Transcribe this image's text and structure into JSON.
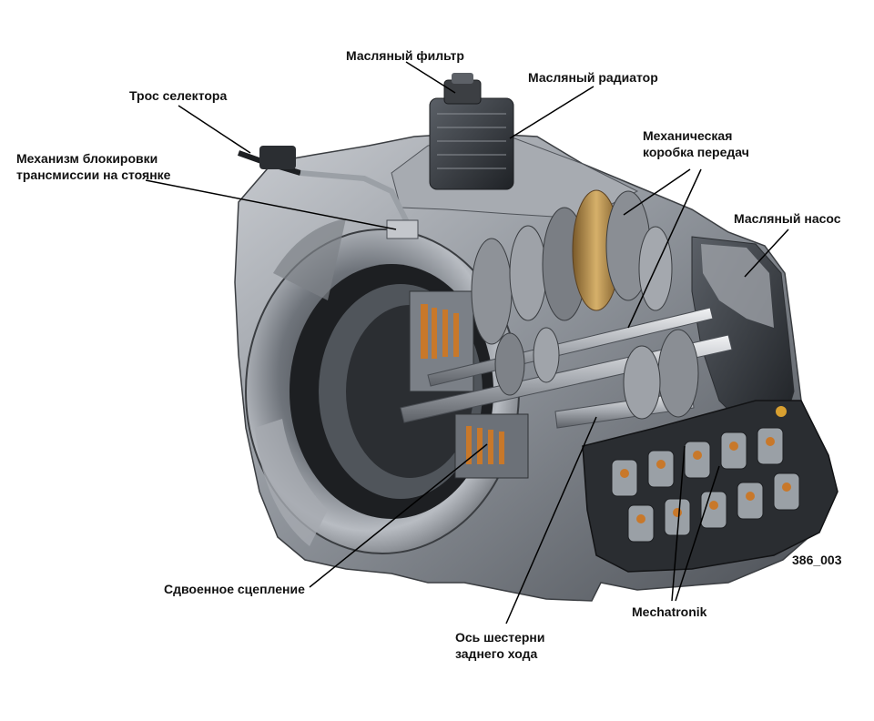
{
  "labels": {
    "oil_filter": "Масляный фильтр",
    "oil_cooler": "Масляный радиатор",
    "selector_cable": "Трос селектора",
    "park_lock_line1": "Механизм блокировки",
    "park_lock_line2": "трансмиссии на стоянке",
    "gearbox_line1": "Механическая",
    "gearbox_line2": "коробка передач",
    "oil_pump": "Масляный насос",
    "double_clutch": "Сдвоенное сцепление",
    "mechatronik": "Mechatronik",
    "reverse_shaft_line1": "Ось шестерни",
    "reverse_shaft_line2": "заднего хода"
  },
  "figure_code": "386_003",
  "colors": {
    "label_text": "#111111",
    "leader_line": "#000000",
    "housing": "#8c9096",
    "accent_copper": "#c8782a"
  }
}
